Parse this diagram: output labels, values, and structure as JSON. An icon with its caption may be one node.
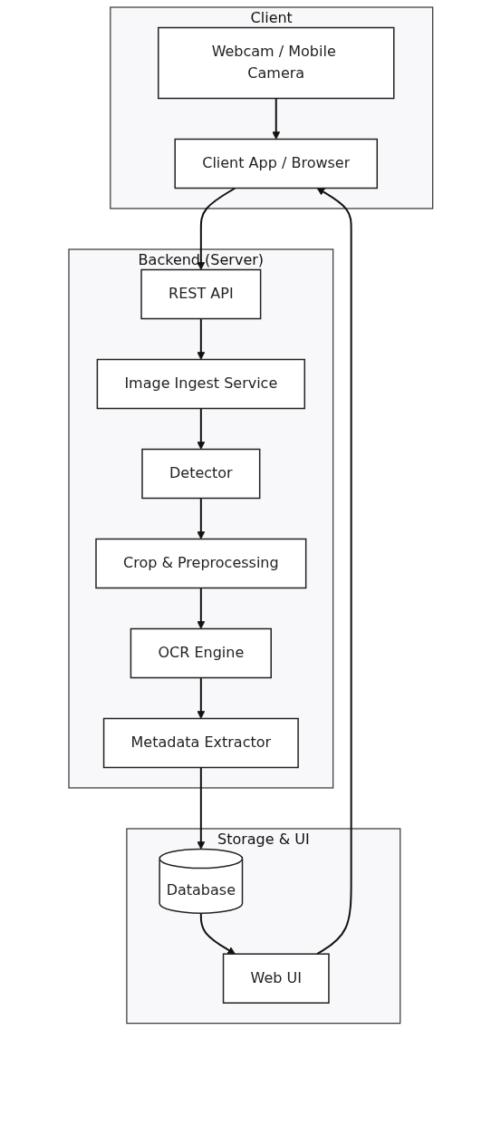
{
  "diagram": {
    "nodes": [
      {
        "text": [
          "Client"
        ]
      },
      {
        "text": [
          "Webcam / Mobile Camera"
        ],
        "in": 0
      },
      {
        "text": [
          "Client App / Browser"
        ],
        "in": 0
      },
      {
        "text": [
          "Backend (Server)"
        ]
      },
      {
        "text": [
          "REST API"
        ],
        "in": 3
      },
      {
        "text": [
          "Image Ingest Service"
        ],
        "in": 3
      },
      {
        "text": [
          "Detector"
        ],
        "in": 3
      },
      {
        "text": [
          "Crop & Preprocessing"
        ],
        "in": 3
      },
      {
        "text": [
          "OCR Engine"
        ],
        "in": 3
      },
      {
        "text": [
          "Metadata Extractor"
        ],
        "in": 3
      },
      {
        "text": [
          "Storage & UI"
        ]
      },
      {
        "text": [
          "Database"
        ],
        "in": 10
      },
      {
        "text": [
          "Web UI"
        ],
        "in": 10
      }
    ],
    "edges": [
      {
        "from": 1,
        "to": 2,
        "arrow": "to"
      },
      {
        "from": 2,
        "to": 4,
        "arrow": "to"
      },
      {
        "from": 4,
        "to": 5,
        "arrow": "to"
      },
      {
        "from": 5,
        "to": 6,
        "arrow": "to"
      },
      {
        "from": 6,
        "to": 7,
        "arrow": "to"
      },
      {
        "from": 7,
        "to": 8,
        "arrow": "to"
      },
      {
        "from": 8,
        "to": 9,
        "arrow": "to"
      },
      {
        "from": 9,
        "to": 11,
        "arrow": "to"
      },
      {
        "from": 11,
        "to": 12,
        "arrow": "to"
      },
      {
        "from": 12,
        "to": 2,
        "arrow": "to"
      }
    ]
  }
}
